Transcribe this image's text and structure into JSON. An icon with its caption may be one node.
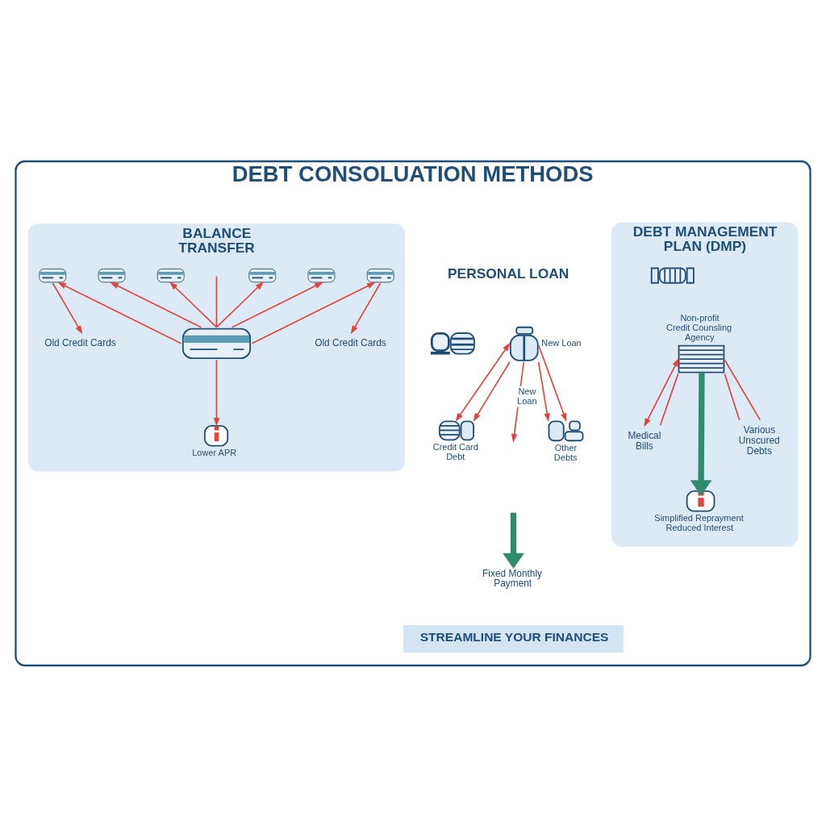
{
  "diagram": {
    "nodes": [
      {
        "text": [
          "DEBT CONSOLUATION METHODS"
        ]
      },
      {
        "text": [
          "BALANCE TRANSFER"
        ],
        "in": 0
      },
      {
        "text": [],
        "shape": "picture",
        "in": 1
      },
      {
        "text": [],
        "shape": "picture",
        "in": 1
      },
      {
        "text": [],
        "shape": "picture",
        "in": 1
      },
      {
        "text": [],
        "shape": "picture",
        "in": 1
      },
      {
        "text": [],
        "shape": "picture",
        "in": 1
      },
      {
        "text": [],
        "shape": "picture",
        "in": 1
      },
      {
        "text": [],
        "shape": "picture",
        "in": 1
      },
      {
        "text": [
          "Old Credit Cards"
        ],
        "in": 1
      },
      {
        "text": [
          "Old Credit Cards"
        ],
        "in": 1
      },
      {
        "text": [],
        "shape": "picture",
        "beside": [
          "Lower APR"
        ],
        "in": 1
      },
      {
        "text": [],
        "shape": "picture",
        "in": 0
      },
      {
        "text": [],
        "shape": "picture",
        "beside": [
          "New Loan"
        ],
        "in": 0
      },
      {
        "text": [],
        "shape": "picture",
        "beside": [
          "Credit Card Debt"
        ],
        "in": 0
      },
      {
        "text": [],
        "shape": "picture",
        "beside": [
          "Other Debts"
        ],
        "in": 0
      },
      {
        "text": [
          "Fixed Monthly Payment"
        ],
        "in": 0
      },
      {
        "text": [
          "DEBT MANAGEMENT PLAN (DMP)"
        ],
        "in": 0
      },
      {
        "text": [],
        "shape": "picture",
        "in": 17
      },
      {
        "text": [],
        "shape": "picture",
        "beside": [
          "Non-profit Credit Counsling Agency"
        ],
        "in": 17
      },
      {
        "text": [
          "Medical Bills"
        ],
        "in": 17
      },
      {
        "text": [
          "Various Unscured Debts"
        ],
        "in": 17
      },
      {
        "text": [],
        "shape": "picture",
        "beside": [
          "Simplified Reprayment",
          "Reduced Interest"
        ],
        "in": 17
      },
      {
        "text": [
          "STREAMLINE YOUR FINANCES"
        ],
        "in": 0
      }
    ],
    "edges": [
      {
        "from": 7,
        "to": 2,
        "arrow": "to"
      },
      {
        "from": 7,
        "to": 3,
        "arrow": "to"
      },
      {
        "from": 7,
        "to": null,
        "arrow": "none"
      },
      {
        "from": 7,
        "to": 4,
        "arrow": "to"
      },
      {
        "from": 7,
        "to": 5,
        "arrow": "to"
      },
      {
        "from": 7,
        "to": 6,
        "arrow": "to"
      },
      {
        "from": 7,
        "to": 8,
        "arrow": "to"
      },
      {
        "from": 6,
        "to": 9,
        "arrow": "to"
      },
      {
        "from": 8,
        "to": 10,
        "arrow": "to"
      },
      {
        "from": 7,
        "to": 11,
        "arrow": "to"
      },
      {
        "from": 13,
        "to": 14,
        "arrow": "both"
      },
      {
        "from": 13,
        "to": 15,
        "arrow": "to"
      },
      {
        "from": 13,
        "to": 14,
        "arrow": "to"
      },
      {
        "from": 13,
        "to": null,
        "arrow": "to",
        "label": "New Loan"
      },
      {
        "from": 13,
        "to": 15,
        "arrow": "to"
      },
      {
        "from": null,
        "to": 16,
        "arrow": "to",
        "style": "thick",
        "color": "#2f8c6c"
      },
      {
        "from": 19,
        "to": 20,
        "arrow": "both"
      },
      {
        "from": 19,
        "to": 21,
        "arrow": "none"
      },
      {
        "from": 19,
        "to": 20,
        "arrow": "none"
      },
      {
        "from": 19,
        "to": 21,
        "arrow": "none"
      },
      {
        "from": 19,
        "to": 22,
        "arrow": "to",
        "style": "thick",
        "color": "#2f8c6c"
      }
    ],
    "labels": [
      "PERSONAL LOAN"
    ]
  }
}
